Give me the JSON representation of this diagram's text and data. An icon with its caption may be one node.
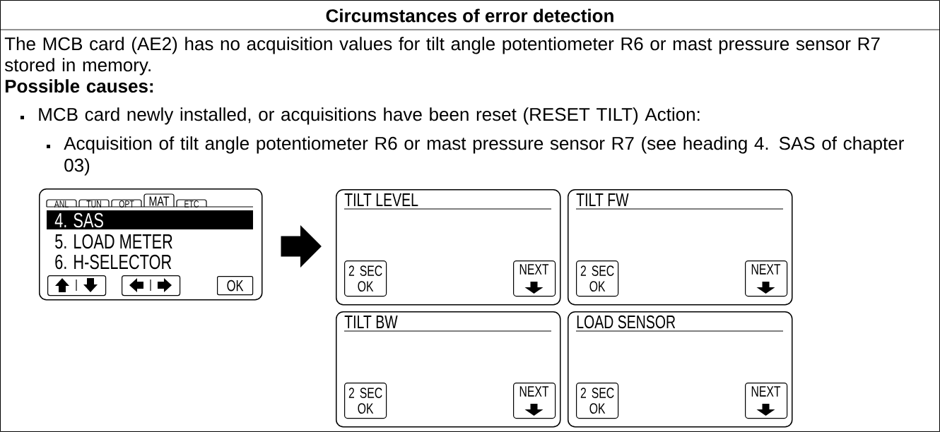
{
  "diagram": {
    "title": "Circumstances of error detection",
    "nodes": [
      {
        "text": [
          "ANL",
          "TUN",
          "OPT",
          "MAT",
          "ETC",
          "4. SAS",
          "5. LOAD METER",
          "6. H-SELECTOR"
        ]
      },
      {
        "text": [],
        "shape": "box",
        "in": 0
      },
      {
        "text": [],
        "shape": "box",
        "in": 0
      },
      {
        "text": [
          "OK"
        ],
        "in": 0
      },
      {
        "text": [
          "TILT LEVEL"
        ]
      },
      {
        "text": [
          "2 SEC OK"
        ],
        "in": 4
      },
      {
        "text": [
          "NEXT"
        ],
        "in": 4
      },
      {
        "text": [
          "TILT FW"
        ]
      },
      {
        "text": [
          "2 SEC OK"
        ],
        "in": 7
      },
      {
        "text": [
          "NEXT"
        ],
        "in": 7
      },
      {
        "text": [
          "TILT BW"
        ]
      },
      {
        "text": [
          "2 SEC OK"
        ],
        "in": 10
      },
      {
        "text": [
          "NEXT"
        ],
        "in": 10
      },
      {
        "text": [
          "LOAD SENSOR"
        ]
      },
      {
        "text": [
          "2 SEC OK"
        ],
        "in": 13
      },
      {
        "text": [
          "NEXT"
        ],
        "in": 13
      }
    ],
    "edges": [
      {
        "from": 0,
        "to": 4,
        "arrow": "to"
      }
    ],
    "labels": [
      "The MCB card (AE2) has no acquisition values for tilt angle potentiometer R6 or mast pressure sensor R7 stored in memory.",
      "Possible causes:",
      "MCB card newly installed, or acquisitions have been reset (RESET TILT) Action:",
      "Acquisition of tilt angle potentiometer R6 or mast pressure sensor R7 (see heading 4. SAS of chapter 03)"
    ]
  }
}
